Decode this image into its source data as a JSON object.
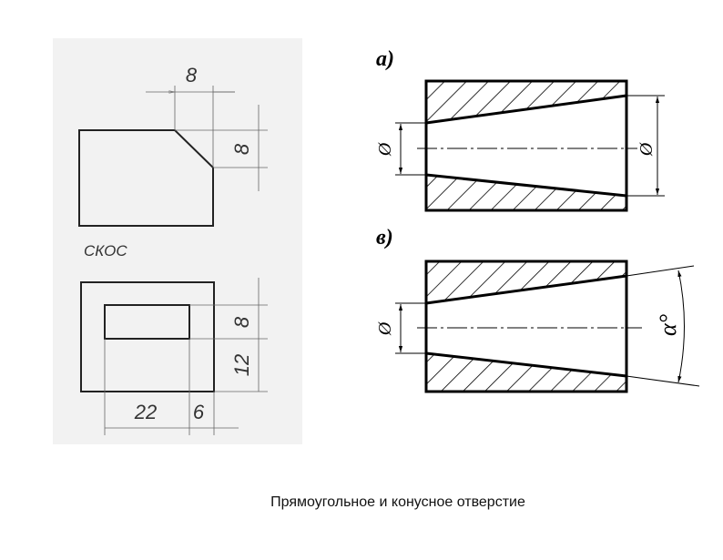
{
  "left_panel": {
    "chamfer_view": {
      "dim_horizontal": "8",
      "dim_vertical": "8",
      "label": "СКОС"
    },
    "slot_view": {
      "dim_slot_height": "8",
      "dim_bottom_offset": "12",
      "dim_slot_width": "22",
      "dim_right_offset": "6"
    }
  },
  "right_panel": {
    "view_a": {
      "label": "а)",
      "diameter_left": "Ø",
      "diameter_right": "Ø"
    },
    "view_b": {
      "label": "в)",
      "diameter_left": "Ø",
      "angle": "α°"
    }
  },
  "caption": "Прямоугольное и конусное отверстие"
}
